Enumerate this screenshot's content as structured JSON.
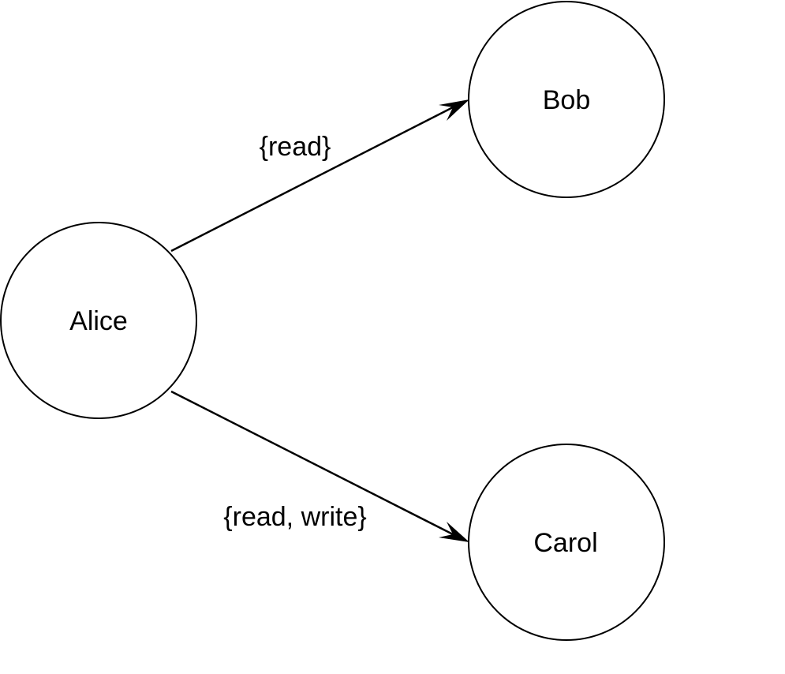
{
  "nodes": {
    "alice": {
      "label": "Alice"
    },
    "bob": {
      "label": "Bob"
    },
    "carol": {
      "label": "Carol"
    }
  },
  "edges": {
    "alice_bob": {
      "label": "{read}"
    },
    "alice_carol": {
      "label": "{read, write}"
    }
  },
  "colors": {
    "stroke": "#000000",
    "background": "#ffffff"
  }
}
